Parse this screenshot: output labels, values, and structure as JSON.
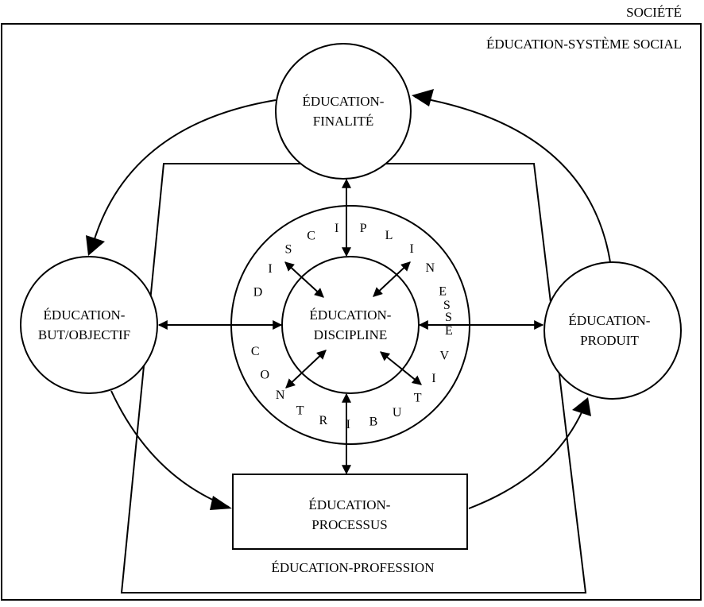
{
  "outer_label": "SOCIÉTÉ",
  "system_label": "ÉDUCATION-SYSTÈME SOCIAL",
  "profession_label": "ÉDUCATION-PROFESSION",
  "nodes": {
    "finalite": {
      "line1": "ÉDUCATION-",
      "line2": "FINALITÉ"
    },
    "but": {
      "line1": "ÉDUCATION-",
      "line2": "BUT/OBJECTIF"
    },
    "produit": {
      "line1": "ÉDUCATION-",
      "line2": "PRODUIT"
    },
    "discipline": {
      "line1": "ÉDUCATION-",
      "line2": "DISCIPLINE"
    },
    "processus": {
      "line1": "ÉDUCATION-",
      "line2": "PROCESSUS"
    }
  },
  "ring_left": [
    "D",
    "I",
    "S",
    "C",
    "I",
    "P",
    "L",
    "I",
    "N",
    "E",
    "S"
  ],
  "ring_right": [
    "C",
    "O",
    "N",
    "T",
    "R",
    "I",
    "B",
    "U",
    "T",
    "I",
    "V",
    "E",
    "S"
  ]
}
